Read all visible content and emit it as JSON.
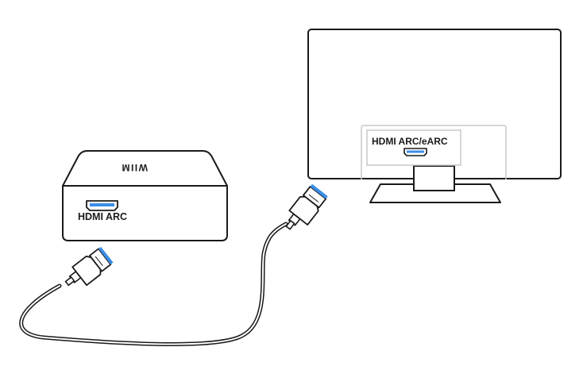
{
  "wiim": {
    "logo_text": "WIIM",
    "port_label": "HDMI ARC"
  },
  "tv": {
    "port_label": "HDMI ARC/eARC"
  },
  "colors": {
    "stroke": "#1a1a1a",
    "connector_tip": "#3a8ee6",
    "panel_border": "#c8c8c8",
    "background": "#ffffff"
  },
  "icons": {
    "wiim_port": "hdmi-port-icon",
    "tv_port": "hdmi-port-icon",
    "cable": "hdmi-cable-icon"
  }
}
